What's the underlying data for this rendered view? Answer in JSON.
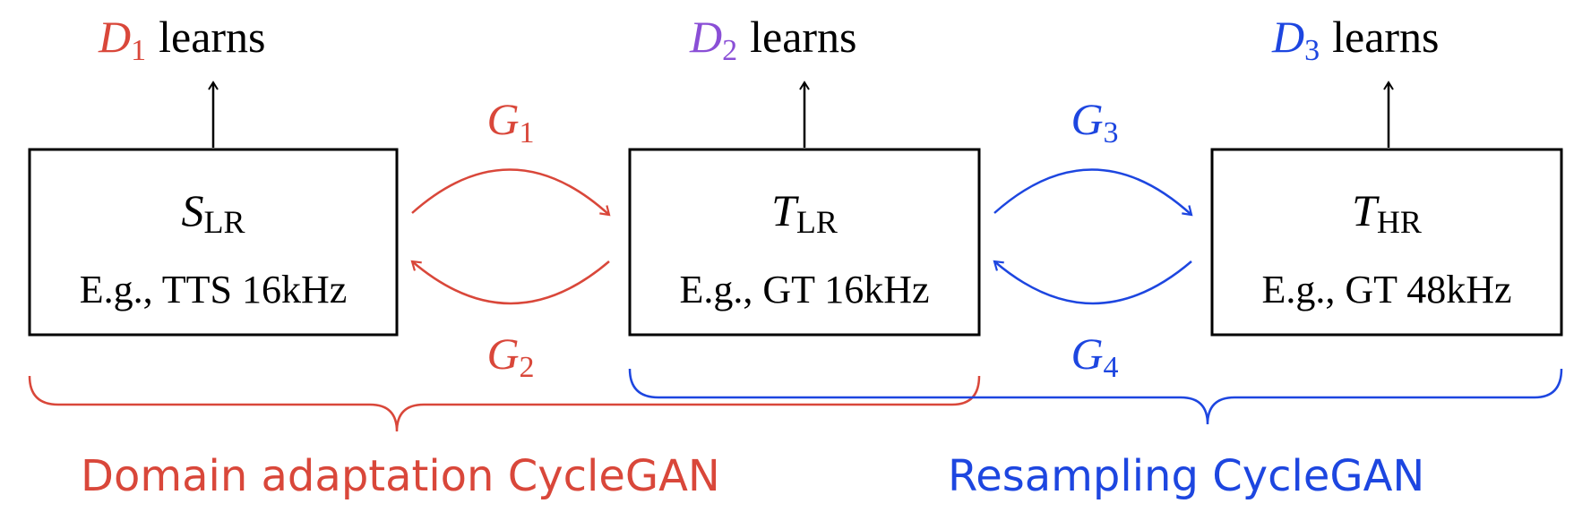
{
  "colors": {
    "red": "#d9473a",
    "purple": "#8a4fd6",
    "blue": "#1d46e0",
    "black": "#000000"
  },
  "top_labels": [
    {
      "symbol": "D",
      "subscript": "1",
      "text": "learns",
      "color": "red"
    },
    {
      "symbol": "D",
      "subscript": "2",
      "text": "learns",
      "color": "purple"
    },
    {
      "symbol": "D",
      "subscript": "3",
      "text": "learns",
      "color": "blue"
    }
  ],
  "boxes": [
    {
      "symbol": "S",
      "subscript": "LR",
      "example": "E.g., TTS 16kHz"
    },
    {
      "symbol": "T",
      "subscript": "LR",
      "example": "E.g., GT 16kHz"
    },
    {
      "symbol": "T",
      "subscript": "HR",
      "example": "E.g., GT 48kHz"
    }
  ],
  "generators": [
    {
      "symbol": "G",
      "subscript": "1",
      "color": "red"
    },
    {
      "symbol": "G",
      "subscript": "2",
      "color": "red"
    },
    {
      "symbol": "G",
      "subscript": "3",
      "color": "blue"
    },
    {
      "symbol": "G",
      "subscript": "4",
      "color": "blue"
    }
  ],
  "groups": [
    {
      "label": "Domain adaptation CycleGAN",
      "color": "red"
    },
    {
      "label": "Resampling CycleGAN",
      "color": "blue"
    }
  ]
}
